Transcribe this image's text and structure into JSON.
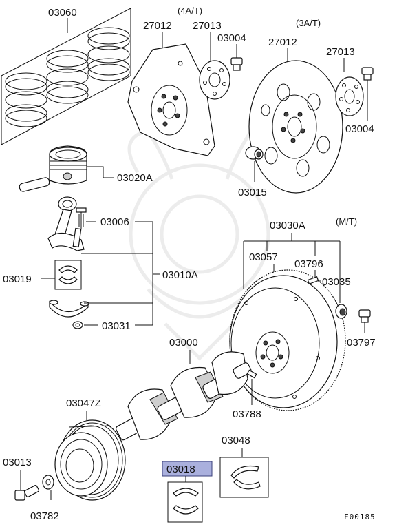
{
  "labels": {
    "piston_rings": "03060",
    "piston": "03020A",
    "conrod_bolt": "03006",
    "conrod_assy": "03010A",
    "conrod_bearing": "03019",
    "conrod_nut": "03031",
    "crankshaft": "03000",
    "damper": "03047Z",
    "damper_bolt": "03013",
    "damper_washer": "03782",
    "main_bearing": "03018",
    "thrust_bearing": "03048",
    "at4_header": "(4A/T)",
    "at4_driveplate": "27012",
    "at4_adapter": "27013",
    "at4_bolt": "03004",
    "at3_header": "(3A/T)",
    "at3_driveplate": "27012",
    "at3_adapter": "27013",
    "at3_bolt": "03004",
    "pilot_bushing": "03015",
    "mt_header": "(M/T)",
    "flywheel_assy": "03030A",
    "ring_gear": "03057",
    "dowel_pin": "03796",
    "flywheel_pin": "03035",
    "flywheel_bolt": "03797",
    "crank_pin": "03788",
    "figure_code": "F00185"
  },
  "highlight_color": "#aab0dd"
}
